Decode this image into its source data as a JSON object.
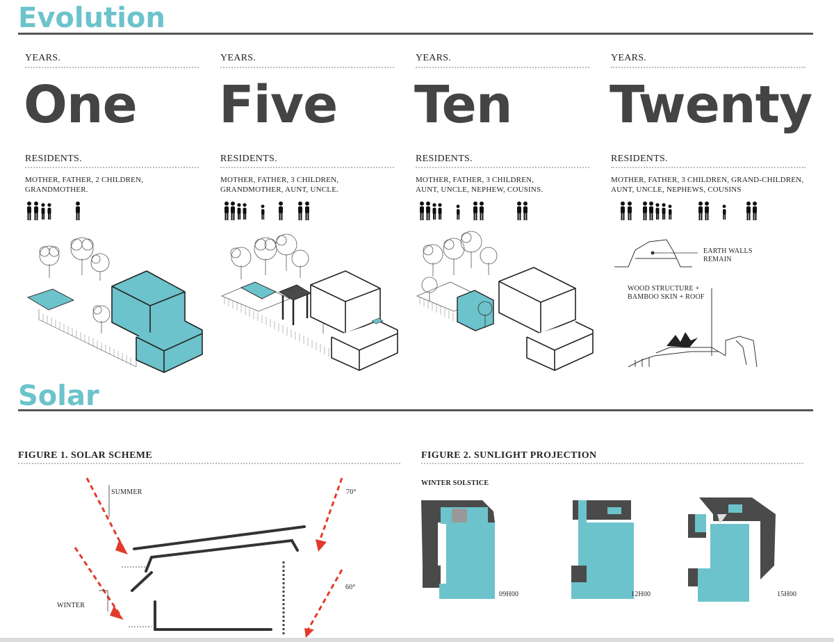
{
  "sections": {
    "evolution_title": "Evolution",
    "solar_title": "Solar"
  },
  "stages": [
    {
      "years_label": "YEARS.",
      "number": "One",
      "residents_label": "RESIDENTS.",
      "residents_text": "MOTHER, FATHER, 2 CHILDREN, GRANDMOTHER."
    },
    {
      "years_label": "YEARS.",
      "number": "Five",
      "residents_label": "RESIDENTS.",
      "residents_text": "MOTHER, FATHER, 3 CHILDREN, GRANDMOTHER, AUNT, UNCLE."
    },
    {
      "years_label": "YEARS.",
      "number": "Ten",
      "residents_label": "RESIDENTS.",
      "residents_text": "MOTHER, FATHER, 3 CHILDREN, AUNT, UNCLE, NEPHEW, COUSINS."
    },
    {
      "years_label": "YEARS.",
      "number": "Twenty",
      "residents_label": "RESIDENTS.",
      "residents_text": "MOTHER, FATHER, 3 CHILDREN, GRAND-CHILDREN, AUNT, UNCLE, NEPHEWS, COUSINS"
    }
  ],
  "stage4_notes": {
    "earth": "EARTH WALLS REMAIN",
    "wood": "WOOD STRUCTURE + BAMBOO SKIN + ROOF"
  },
  "figure1": {
    "title": "FIGURE 1. SOLAR SCHEME",
    "summer_label": "SUMMER",
    "winter_label": "WINTER",
    "angle_summer": "70°",
    "angle_winter": "60°"
  },
  "figure2": {
    "title": "FIGURE 2. SUNLIGHT PROJECTION",
    "subtitle": "WINTER SOLSTICE",
    "times": [
      "09H00",
      "12H00",
      "15H00"
    ]
  },
  "colors": {
    "accent": "#6cc3cb",
    "dark": "#4a4a4a",
    "arrow": "#e23b2a"
  }
}
